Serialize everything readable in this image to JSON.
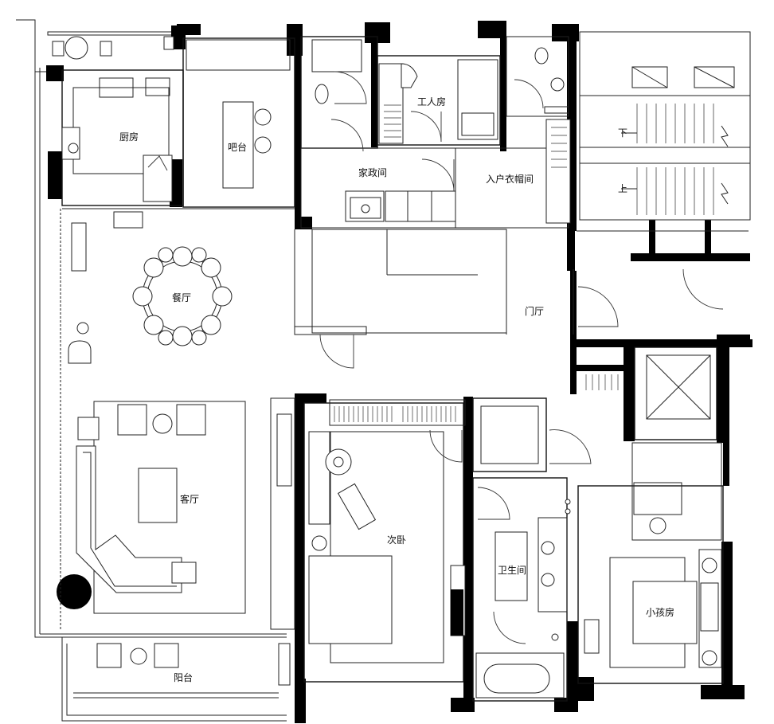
{
  "plan": {
    "rooms": {
      "kitchen": "厨房",
      "bar": "吧台",
      "nanny_room": "工人房",
      "housekeeping": "家政间",
      "entry_closet": "入户衣帽间",
      "dining": "餐厅",
      "foyer": "门厅",
      "living": "客厅",
      "second_bedroom": "次卧",
      "bathroom": "卫生间",
      "kids_room": "小孩房",
      "balcony": "阳台"
    },
    "stair_marks": {
      "down": "下",
      "up": "上"
    }
  }
}
